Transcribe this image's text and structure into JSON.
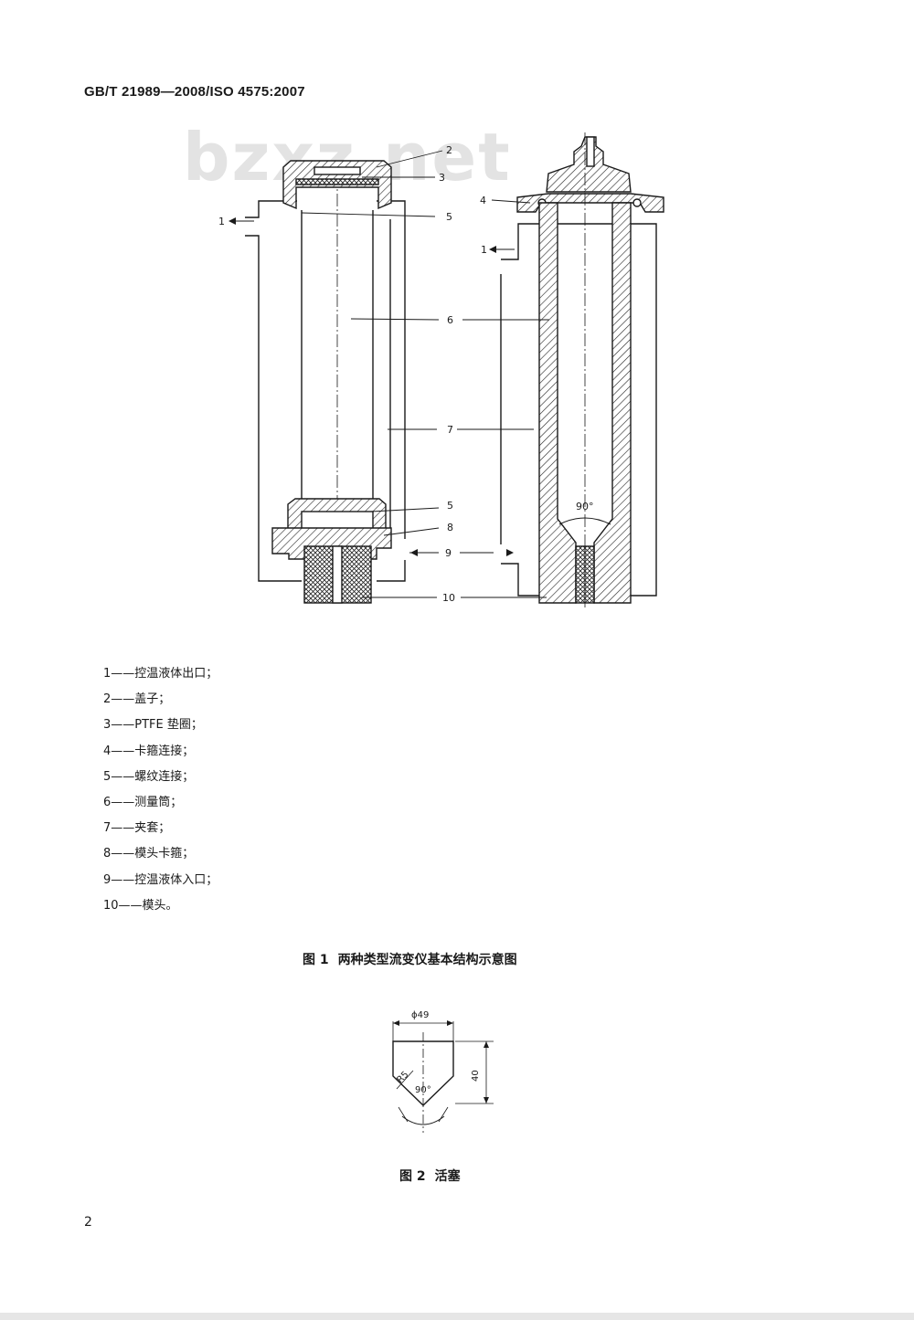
{
  "header": {
    "standard": "GB/T 21989—2008/ISO 4575:2007"
  },
  "watermark": "bzxz.net",
  "figure1": {
    "callouts": {
      "left": [
        "1",
        "2",
        "3",
        "5",
        "6",
        "7",
        "5",
        "8",
        "9",
        "10"
      ],
      "right": [
        "4",
        "1"
      ],
      "angle": "90°"
    },
    "legend": [
      {
        "num": "1",
        "text": "控温液体出口；"
      },
      {
        "num": "2",
        "text": "盖子；"
      },
      {
        "num": "3",
        "text": "PTFE 垫圈；"
      },
      {
        "num": "4",
        "text": "卡箍连接；"
      },
      {
        "num": "5",
        "text": "螺纹连接；"
      },
      {
        "num": "6",
        "text": "测量筒；"
      },
      {
        "num": "7",
        "text": "夹套；"
      },
      {
        "num": "8",
        "text": "模头卡箍；"
      },
      {
        "num": "9",
        "text": "控温液体入口；"
      },
      {
        "num": "10",
        "text": "模头。"
      }
    ],
    "legend_separator": "——",
    "caption_num": "图 1",
    "caption_text": "两种类型流变仪基本结构示意图"
  },
  "figure2": {
    "dim_diameter": "ϕ49",
    "dim_height": "40",
    "dim_radius": "R5",
    "dim_angle": "90°",
    "caption_num": "图 2",
    "caption_text": "活塞"
  },
  "page_number": "2"
}
